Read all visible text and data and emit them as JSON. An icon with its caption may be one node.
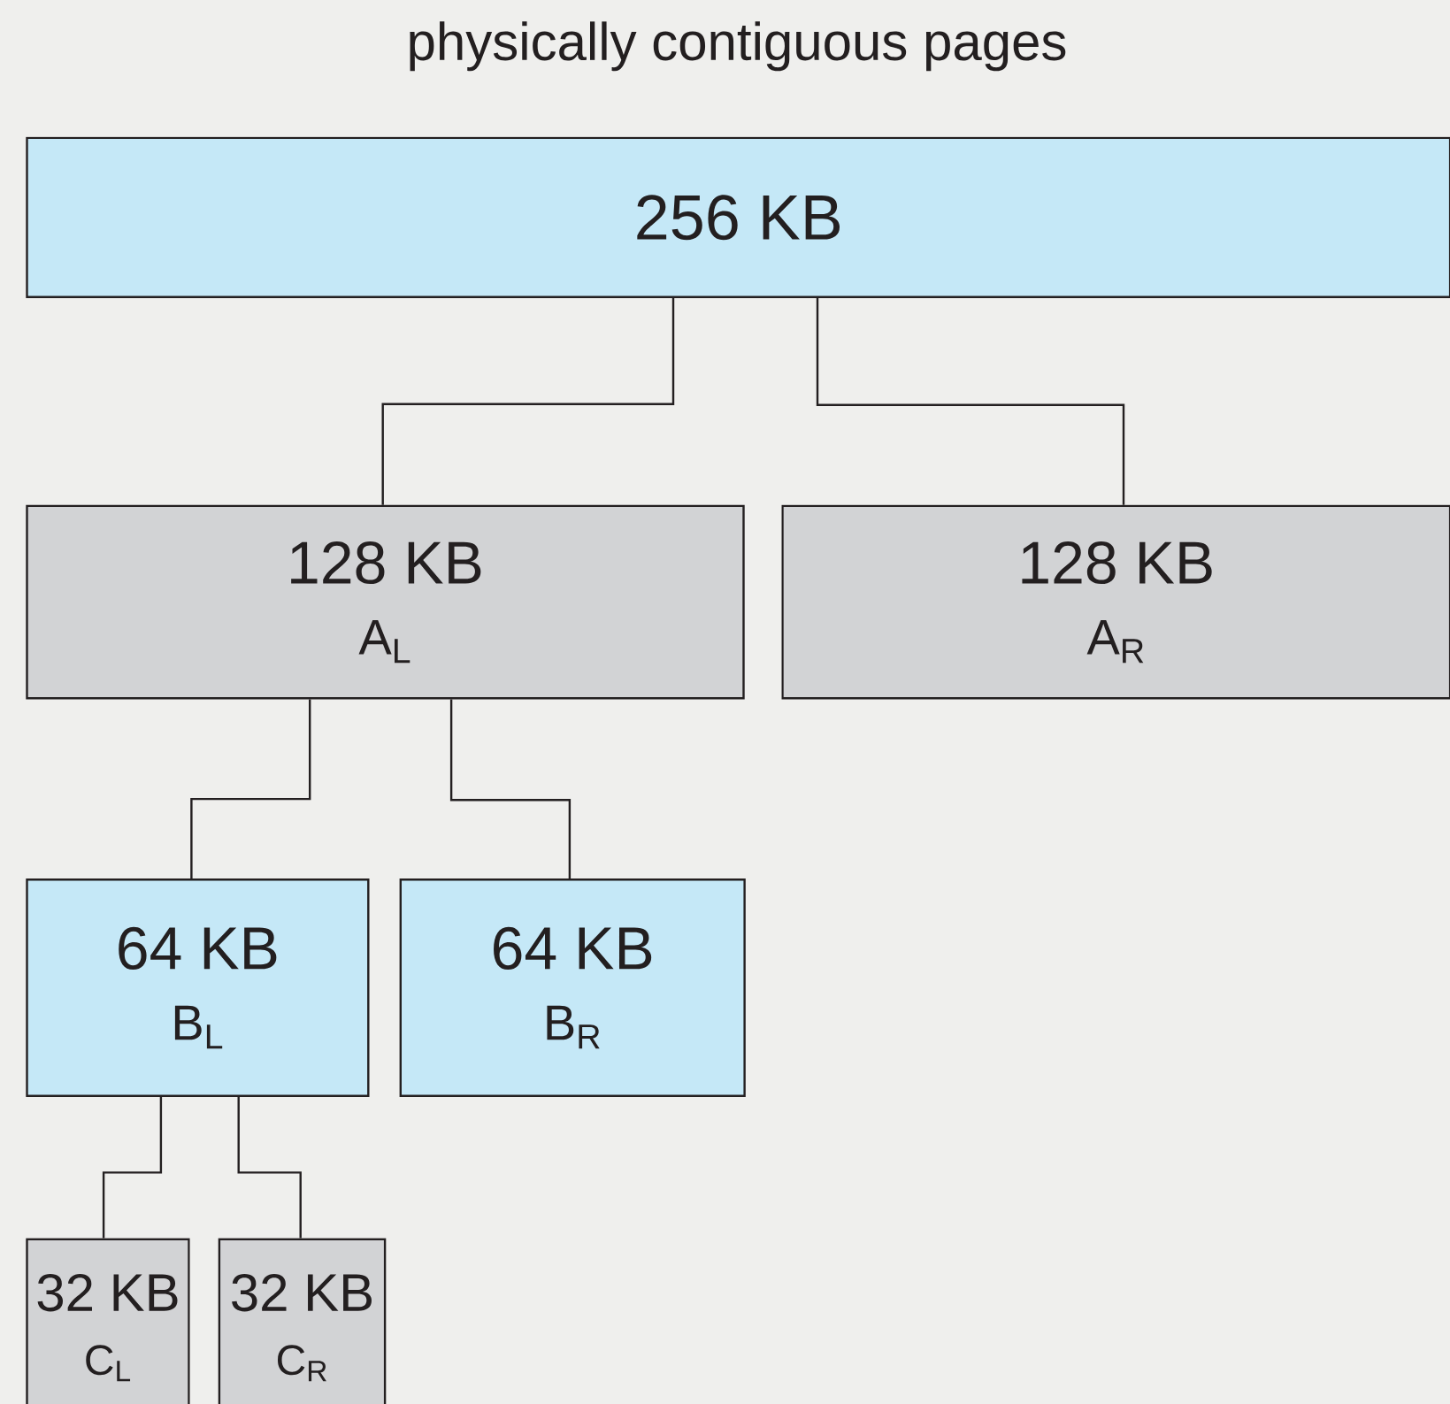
{
  "diagram": {
    "title": "physically contiguous pages",
    "nodes": [
      {
        "text": [
          "256 KB"
        ]
      },
      {
        "text": [
          "128 KB",
          "A$_{L}$"
        ]
      },
      {
        "text": [
          "128 KB",
          "A$_{R}$"
        ]
      },
      {
        "text": [
          "64 KB",
          "B$_{L}$"
        ]
      },
      {
        "text": [
          "64 KB",
          "B$_{R}$"
        ]
      },
      {
        "text": [
          "32 KB",
          "C$_{L}$"
        ]
      },
      {
        "text": [
          "32 KB",
          "C$_{R}$"
        ]
      }
    ],
    "edges": [
      {
        "from": 0,
        "to": 1,
        "arrow": "none"
      },
      {
        "from": 0,
        "to": 2,
        "arrow": "none"
      },
      {
        "from": 1,
        "to": 3,
        "arrow": "none"
      },
      {
        "from": 1,
        "to": 4,
        "arrow": "none"
      },
      {
        "from": 3,
        "to": 5,
        "arrow": "none"
      },
      {
        "from": 3,
        "to": 6,
        "arrow": "none"
      }
    ]
  }
}
